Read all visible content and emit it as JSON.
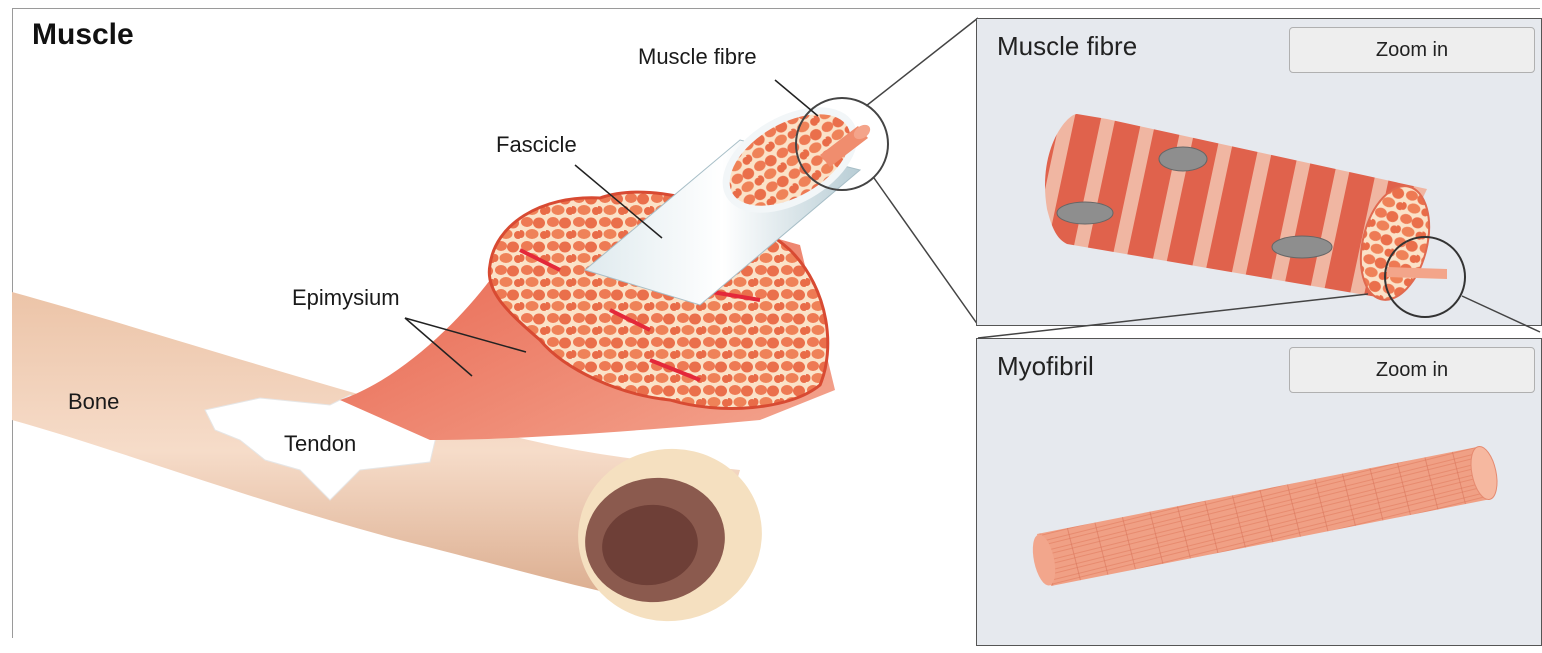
{
  "title": "Muscle",
  "labels": {
    "muscle_fibre": "Muscle fibre",
    "fascicle": "Fascicle",
    "epimysium": "Epimysium",
    "bone": "Bone",
    "tendon": "Tendon"
  },
  "panels": {
    "muscle_fibre": {
      "title": "Muscle fibre",
      "button": "Zoom in"
    },
    "myofibril": {
      "title": "Myofibril",
      "button": "Zoom in"
    }
  }
}
